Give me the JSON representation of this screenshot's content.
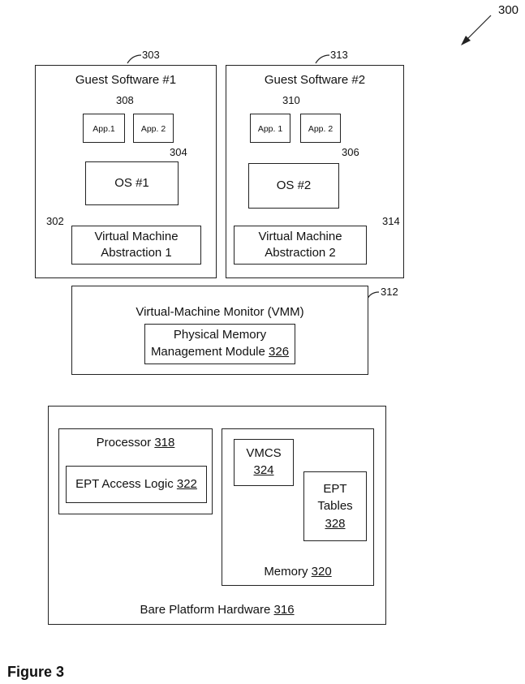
{
  "figure_label": "Figure 3",
  "ref_300": "300",
  "guest1": {
    "title": "Guest Software #1",
    "ref": "303",
    "apps_ref": "308",
    "app1": "App.1",
    "app2": "App. 2",
    "os": "OS #1",
    "os_ref": "304",
    "vma_line1": "Virtual Machine",
    "vma_line2": "Abstraction 1",
    "vma_ref": "302"
  },
  "guest2": {
    "title": "Guest Software #2",
    "ref": "313",
    "apps_ref": "310",
    "app1": "App. 1",
    "app2": "App. 2",
    "os": "OS #2",
    "os_ref": "306",
    "vma_line1": "Virtual Machine",
    "vma_line2": "Abstraction 2",
    "vma_ref": "314"
  },
  "vmm": {
    "title": "Virtual-Machine Monitor (VMM)",
    "ref": "312",
    "pmm_line1": "Physical Memory",
    "pmm_line2": "Management Module",
    "pmm_num": "326"
  },
  "hardware": {
    "label": "Bare Platform Hardware",
    "num": "316",
    "processor": {
      "label": "Processor",
      "num": "318"
    },
    "ept_logic": {
      "label": "EPT Access Logic",
      "num": "322"
    },
    "memory": {
      "label": "Memory",
      "num": "320"
    },
    "vmcs": {
      "label": "VMCS",
      "num": "324"
    },
    "ept_tables": {
      "line1": "EPT",
      "line2": "Tables",
      "num": "328"
    }
  }
}
